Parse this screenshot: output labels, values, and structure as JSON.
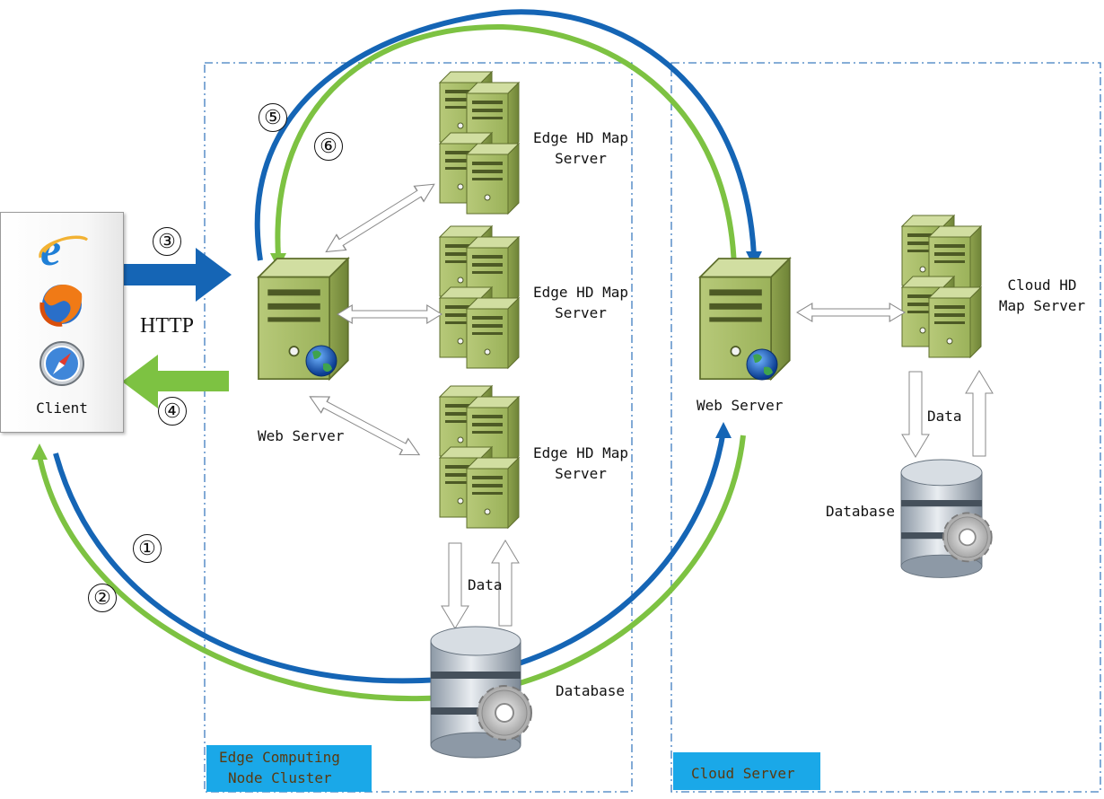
{
  "client": {
    "label": "Client",
    "browsers": [
      "ie-icon",
      "firefox-icon",
      "safari-icon"
    ]
  },
  "protocol_label": "HTTP",
  "edge_cluster": {
    "tag": [
      "Edge Computing",
      "Node Cluster"
    ],
    "web_server_label": "Web Server",
    "map_servers": [
      {
        "label": [
          "Edge HD Map",
          "Server"
        ]
      },
      {
        "label": [
          "Edge HD Map",
          "Server"
        ]
      },
      {
        "label": [
          "Edge HD Map",
          "Server"
        ]
      }
    ],
    "data_label": "Data",
    "database_label": "Database"
  },
  "cloud": {
    "tag": "Cloud Server",
    "web_server_label": "Web Server",
    "map_server_label": [
      "Cloud HD",
      "Map Server"
    ],
    "data_label": "Data",
    "database_label": "Database"
  },
  "steps": [
    "①",
    "②",
    "③",
    "④",
    "⑤",
    "⑥"
  ],
  "colors": {
    "request_blue": "#1565b5",
    "response_green": "#7dc242",
    "server_green": "#a9bf6a",
    "region_tag": "#1aa8e8",
    "region_border": "#3f7dbf"
  }
}
